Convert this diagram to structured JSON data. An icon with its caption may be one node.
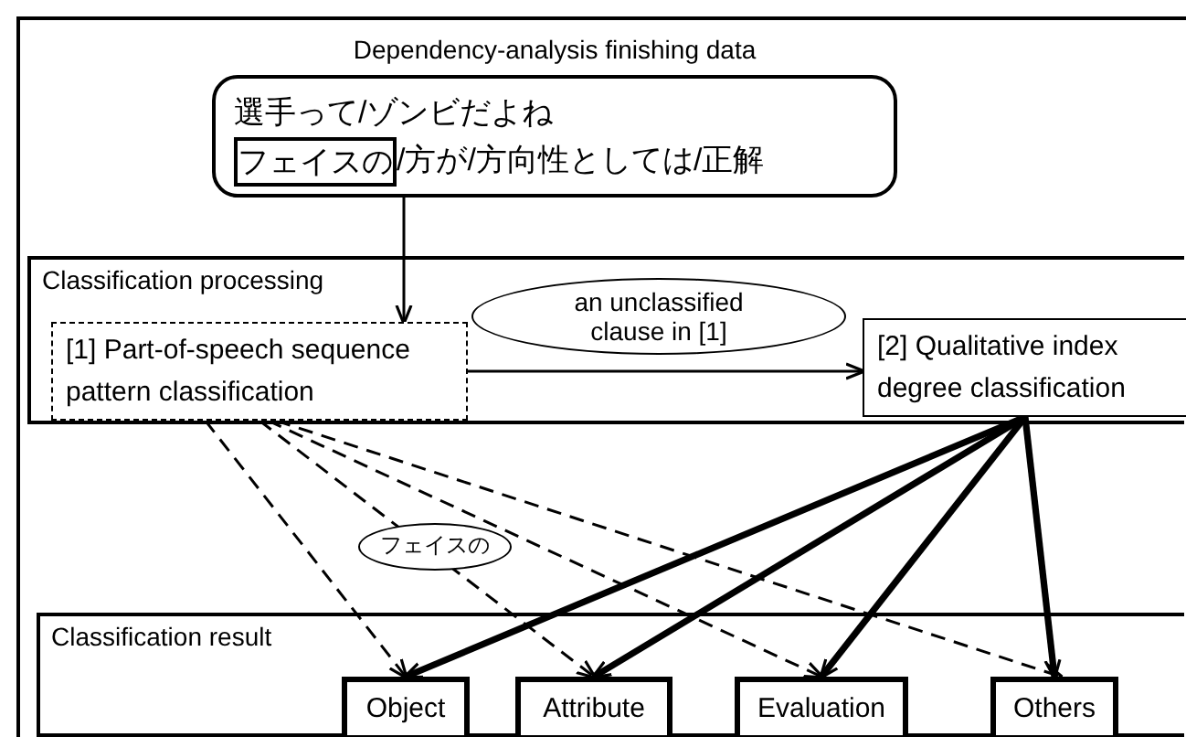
{
  "diagram": {
    "nodes": [
      {
        "text": [
          "Dependency-analysis finishing data",
          "選手って/ゾンビだよね",
          "/方が/方向性としては/正解"
        ]
      },
      {
        "text": [
          "フェイスの"
        ],
        "in": 0
      },
      {
        "text": [
          "Classification processing"
        ]
      },
      {
        "text": [
          "[1] Part-of-speech sequence pattern classification"
        ],
        "in": 2
      },
      {
        "text": [
          "[2] Qualitative index degree classification"
        ],
        "in": 2
      },
      {
        "text": [
          "Classification result"
        ]
      },
      {
        "text": [
          "Object"
        ],
        "in": 5
      },
      {
        "text": [
          "Attribute"
        ],
        "in": 5
      },
      {
        "text": [
          "Evaluation"
        ],
        "in": 5
      },
      {
        "text": [
          "Others"
        ],
        "in": 5
      }
    ],
    "edges": [
      {
        "from": 0,
        "to": 3,
        "arrow": "to"
      },
      {
        "from": 3,
        "to": 4,
        "arrow": "to",
        "label": "an unclassified clause in [1]"
      },
      {
        "from": 3,
        "to": 6,
        "arrow": "to",
        "style": "dashed"
      },
      {
        "from": 3,
        "to": 7,
        "arrow": "to",
        "style": "dashed",
        "label": "フェイスの"
      },
      {
        "from": 3,
        "to": 8,
        "arrow": "to",
        "style": "dashed"
      },
      {
        "from": 3,
        "to": 9,
        "arrow": "to",
        "style": "dashed"
      },
      {
        "from": 4,
        "to": 6,
        "arrow": "to",
        "style": "thick"
      },
      {
        "from": 4,
        "to": 7,
        "arrow": "to",
        "style": "thick"
      },
      {
        "from": 4,
        "to": 8,
        "arrow": "to",
        "style": "thick"
      },
      {
        "from": 4,
        "to": 9,
        "arrow": "to",
        "style": "thick"
      }
    ]
  }
}
